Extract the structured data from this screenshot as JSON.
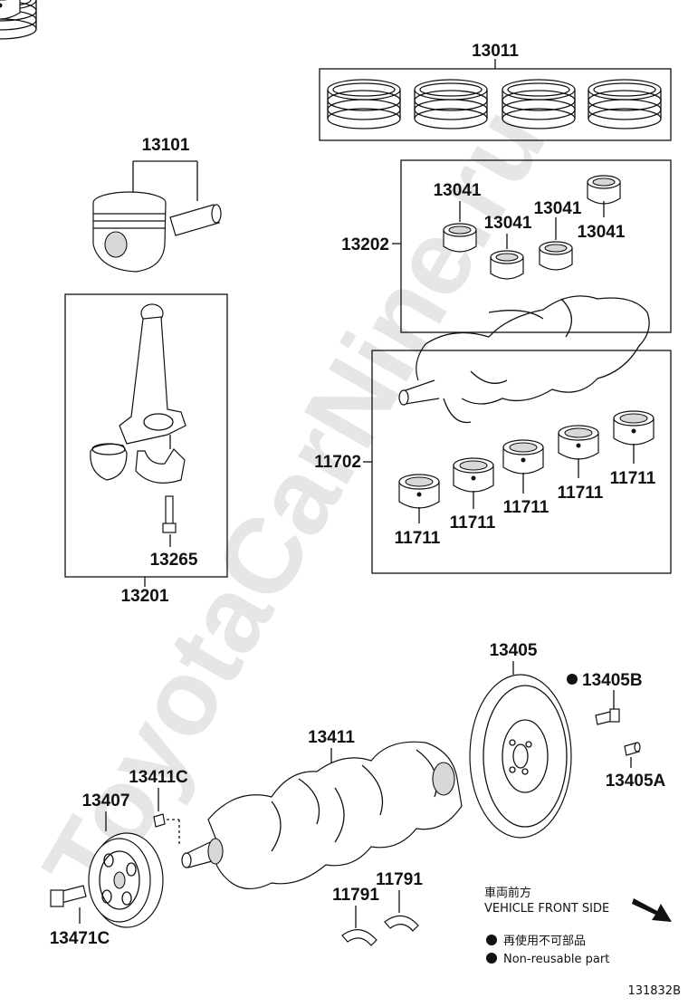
{
  "watermark": "ToyotaCarNine.ru",
  "diagram_id": "131832B",
  "labels": {
    "p13011": "13011",
    "p13101": "13101",
    "p13202": "13202",
    "p13041_a": "13041",
    "p13041_b": "13041",
    "p13041_c": "13041",
    "p13041_d": "13041",
    "p11702": "11702",
    "p11711_a": "11711",
    "p11711_b": "11711",
    "p11711_c": "11711",
    "p11711_d": "11711",
    "p11711_e": "11711",
    "p13265": "13265",
    "p13201": "13201",
    "p13405": "13405",
    "p13405B": "13405B",
    "p13405A": "13405A",
    "p13411": "13411",
    "p13411C": "13411C",
    "p13407": "13407",
    "p11791_a": "11791",
    "p11791_b": "11791",
    "p13471C": "13471C"
  },
  "legend": {
    "front_jp": "車両前方",
    "front_en": "VEHICLE FRONT SIDE",
    "nonreuse_jp": "再使用不可部品",
    "nonreuse_en": "Non-reusable part"
  }
}
